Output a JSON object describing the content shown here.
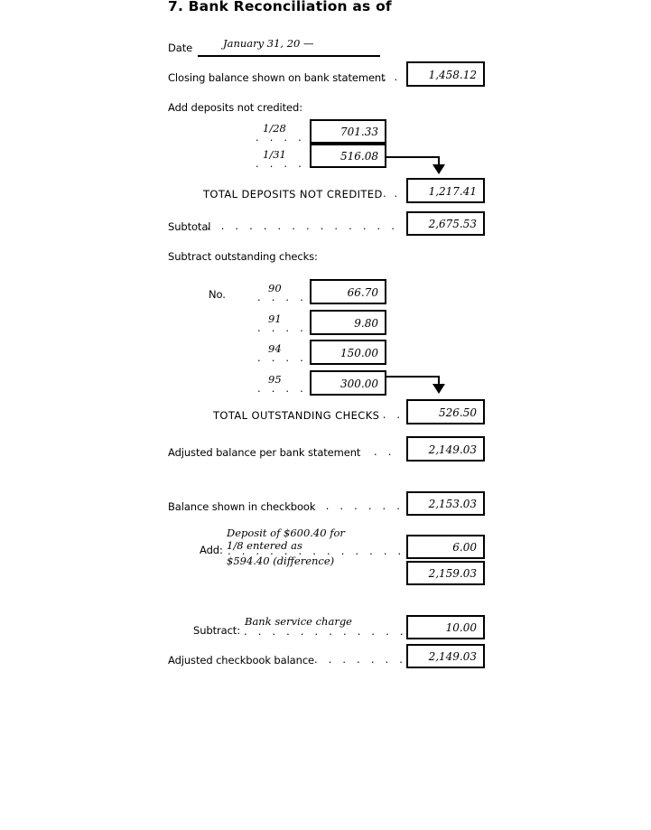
{
  "form": {
    "title": "7. Bank Reconciliation as of",
    "date_label": "Date",
    "date_value": "January 31, 20 —"
  },
  "bank_side": {
    "closing_balance_label": "Closing balance shown on bank statement",
    "closing_balance_value": "1,458.12",
    "deposits_heading": "Add deposits not credited:",
    "deposits": [
      {
        "date": "1/28",
        "amount": "701.33"
      },
      {
        "date": "1/31",
        "amount": "516.08"
      }
    ],
    "total_deposits_label": "TOTAL DEPOSITS NOT CREDITED",
    "total_deposits_value": "1,217.41",
    "subtotal_label": "Subtotal",
    "subtotal_value": "2,675.53",
    "checks_heading": "Subtract outstanding checks:",
    "checks_no_label": "No.",
    "checks": [
      {
        "number": "90",
        "amount": "66.70"
      },
      {
        "number": "91",
        "amount": "9.80"
      },
      {
        "number": "94",
        "amount": "150.00"
      },
      {
        "number": "95",
        "amount": "300.00"
      }
    ],
    "total_checks_label": "TOTAL OUTSTANDING CHECKS",
    "total_checks_value": "526.50",
    "adjusted_bank_label": "Adjusted balance per bank statement",
    "adjusted_bank_value": "2,149.03"
  },
  "checkbook_side": {
    "checkbook_balance_label": "Balance shown in checkbook",
    "checkbook_balance_value": "2,153.03",
    "add_label": "Add:",
    "add_note_line1": "Deposit of $600.40 for",
    "add_note_line2": "1/8 entered as",
    "add_note_line3": "$594.40 (difference)",
    "add_value": "6.00",
    "running_total_value": "2,159.03",
    "subtract_label": "Subtract:",
    "subtract_note": "Bank service charge",
    "subtract_value": "10.00",
    "adjusted_checkbook_label": "Adjusted checkbook balance",
    "adjusted_checkbook_value": "2,149.03"
  },
  "dots": {
    "d2": ". .",
    "d4": ". . . .",
    "d5": ". . . . .",
    "d6": ". . . . . .",
    "d9": ". . . . . . . . .",
    "d12": ". . . . . . . . . . . .",
    "d17": ". . . . . . . . . . . . . . . . ."
  },
  "colors": {
    "ink": "#000000",
    "paper": "#ffffff"
  }
}
